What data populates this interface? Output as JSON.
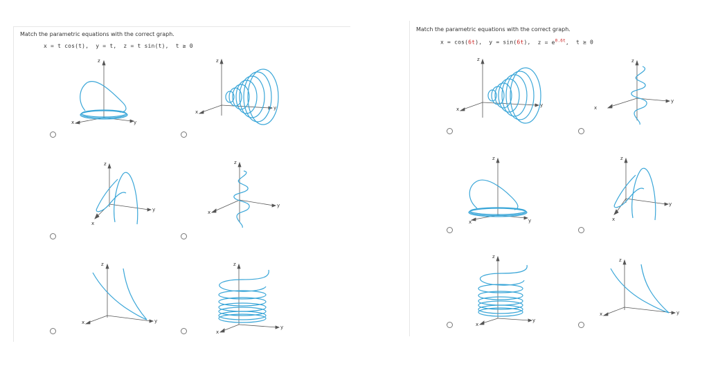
{
  "left": {
    "title": "Match the parametric equations with the correct graph.",
    "eq_x": "x = t cos(t),",
    "eq_y": "y = t,",
    "eq_z": "z = t sin(t),",
    "eq_cond": "t ≥ 0"
  },
  "right": {
    "title": "Match the parametric equations with the correct graph.",
    "eq_x_pre": "x = cos(",
    "eq_x_red": "6t",
    "eq_x_post": "),",
    "eq_y_pre": "y = sin(",
    "eq_y_red": "6t",
    "eq_y_post": "),",
    "eq_z_pre": "z = e",
    "eq_z_exp": "0.6t",
    "eq_z_post": ",",
    "eq_cond": "t ≥ 0"
  },
  "axis_labels": {
    "x": "x",
    "y": "y",
    "z": "z"
  },
  "colors": {
    "curve": "#3aa6d8",
    "axis": "#555555",
    "accent_red": "#cc2222"
  }
}
